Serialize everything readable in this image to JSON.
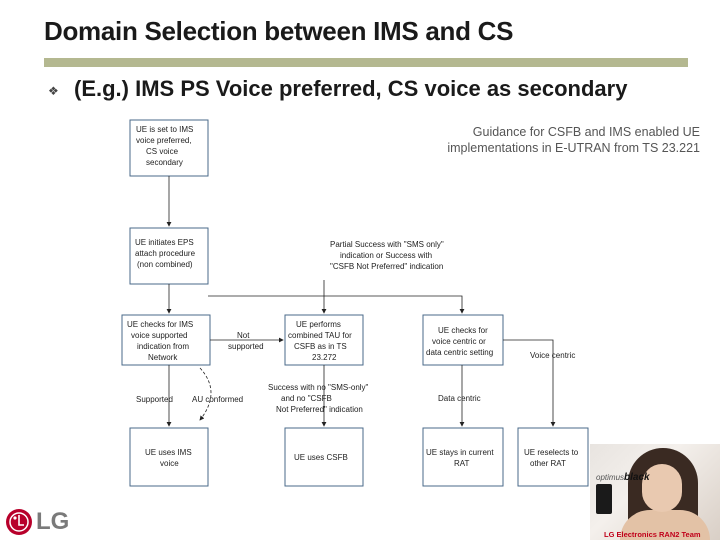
{
  "slide": {
    "title": "Domain Selection between IMS and CS",
    "bullet": "(E.g.) IMS PS Voice preferred, CS voice as secondary",
    "guidance": "Guidance for CSFB and IMS enabled UE implementations in E-UTRAN from TS 23.221"
  },
  "diagram": {
    "boxes": {
      "ue_set": [
        "UE is set to IMS",
        "voice preferred,",
        "CS voice",
        "secondary"
      ],
      "ue_initiates": [
        "UE initiates EPS",
        "attach procedure",
        "(non combined)"
      ],
      "ue_checks_ims": [
        "UE checks for IMS",
        "voice supported",
        "indication from",
        "Network"
      ],
      "ue_performs": [
        "UE performs",
        "combined TAU for",
        "CSFB as in TS",
        "23.272"
      ],
      "ue_checks_voice": [
        "UE checks for",
        "voice centric or",
        "data centric setting"
      ],
      "ue_uses_ims": [
        "UE uses IMS",
        "voice"
      ],
      "ue_uses_csfb": [
        "UE uses CSFB"
      ],
      "ue_stays": [
        "UE stays in current",
        "RAT"
      ],
      "ue_reselects": [
        "UE reselects to",
        "other RAT"
      ]
    },
    "labels": {
      "partial_success": [
        "Partial Success with \"SMS only\"",
        "indication or Success with",
        "\"CSFB Not Preferred\" indication"
      ],
      "not_supported": [
        "Not",
        "supported"
      ],
      "supported": "Supported",
      "au_conformed": "AU conformed",
      "success_sms": [
        "Success with no \"SMS-only\"",
        "and no \"CSFB",
        "Not Preferred\" indication"
      ],
      "data_centric": "Data centric",
      "voice_centric": "Voice centric"
    }
  },
  "brand": {
    "logo": "LG",
    "product_prefix": "optimus",
    "product_name": "black",
    "footer": "LG Electronics RAN2 Team"
  },
  "colors": {
    "rule": "#b4b890",
    "brand_red": "#c0001a",
    "box_border": "#4a6a8a"
  }
}
